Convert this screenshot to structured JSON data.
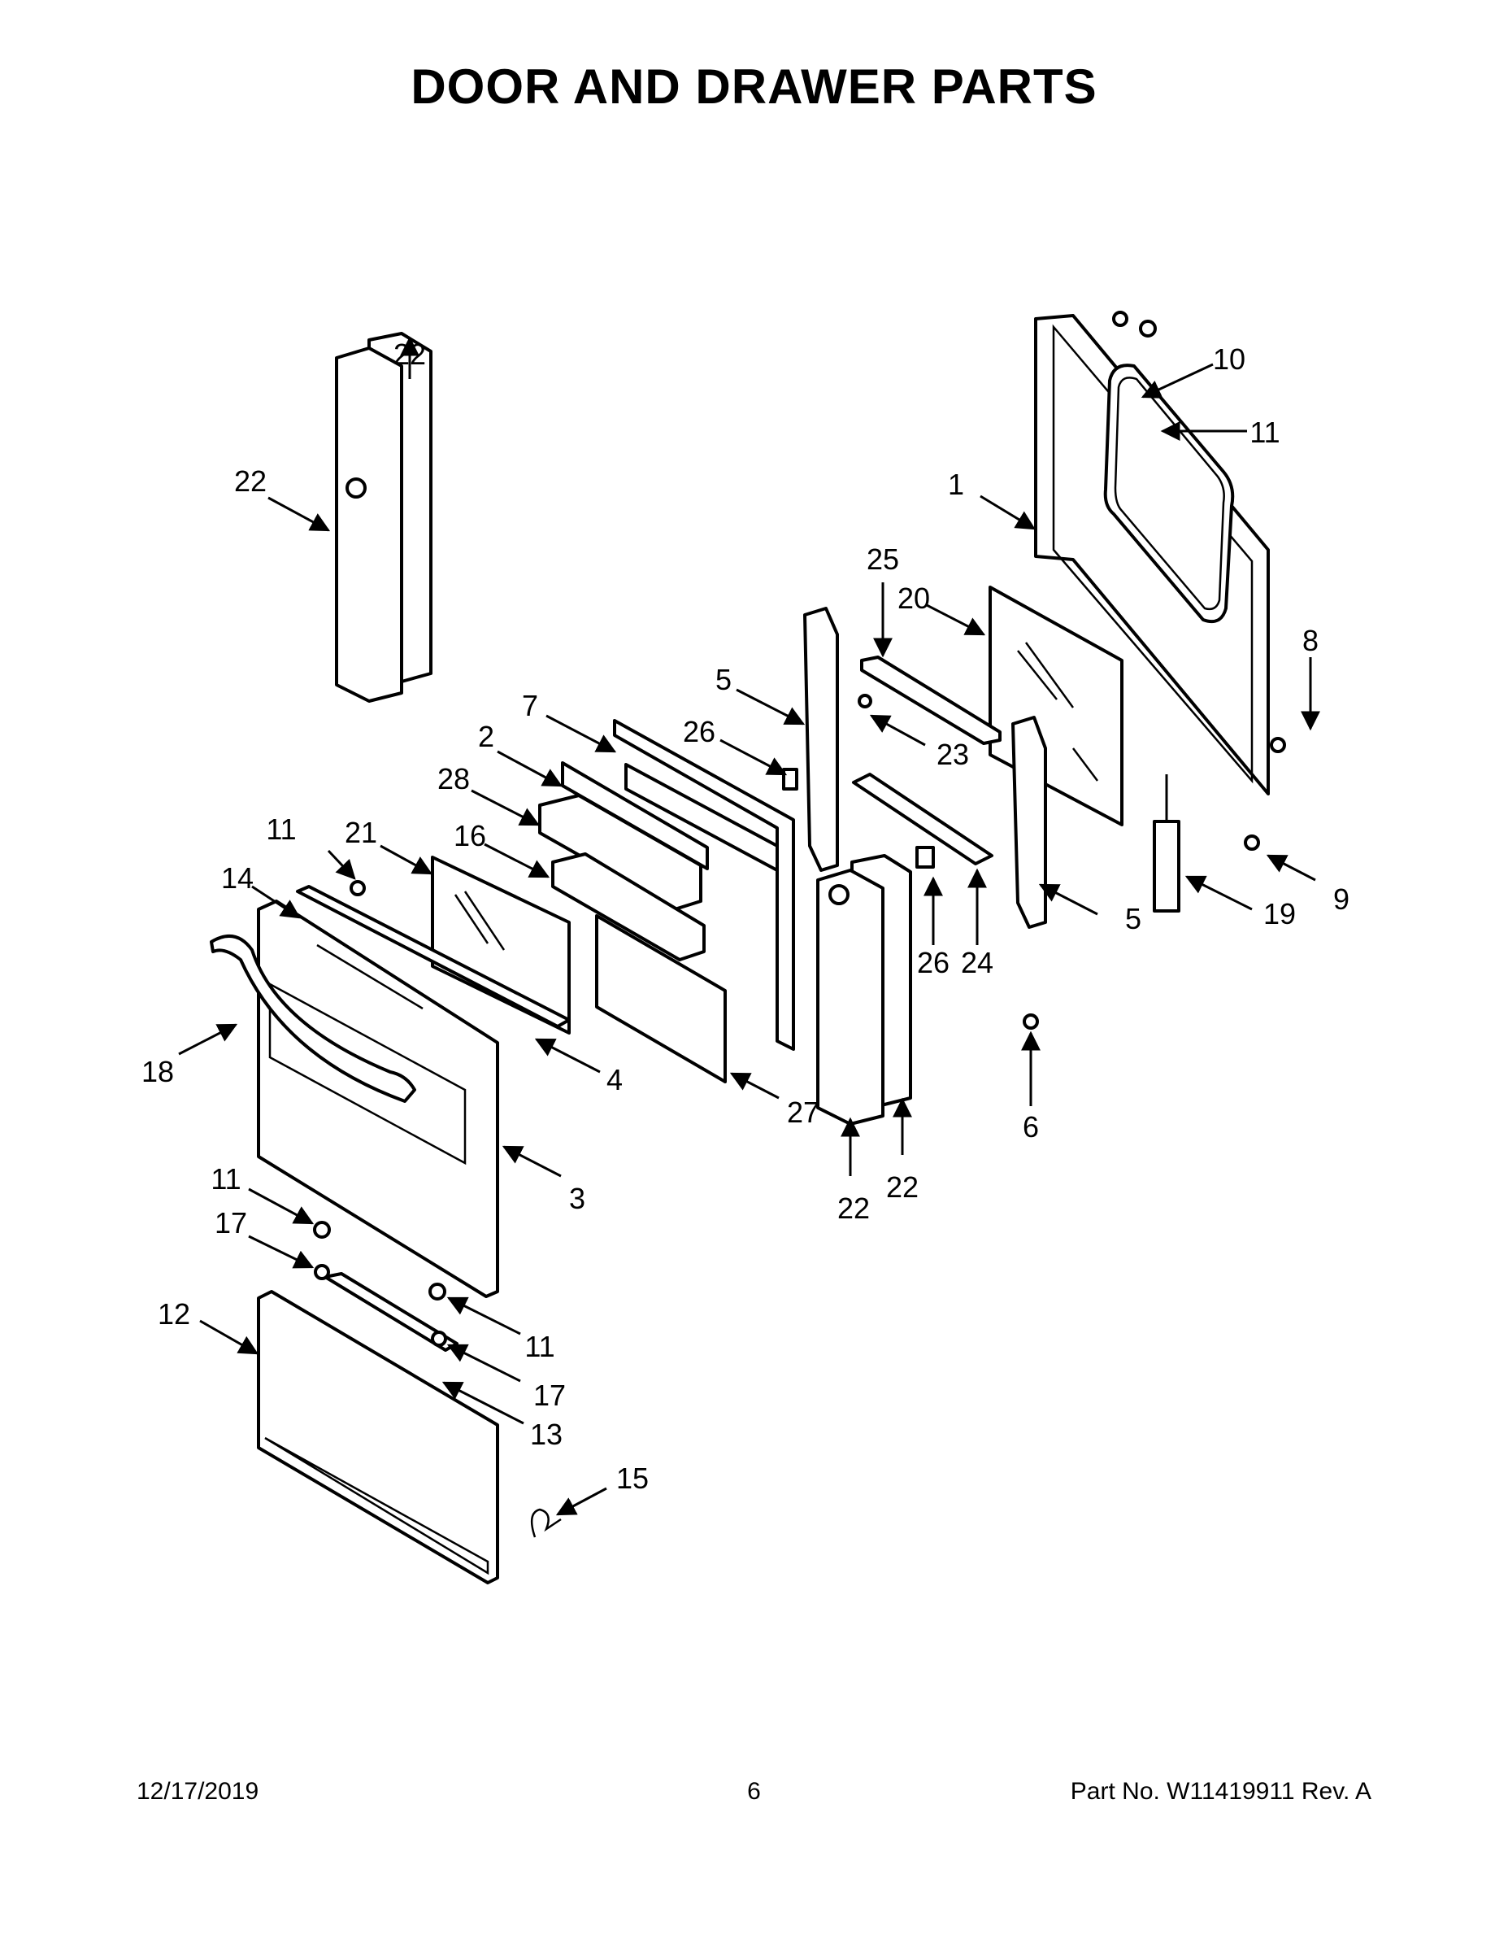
{
  "title": "DOOR AND DRAWER PARTS",
  "callouts": [
    "1",
    "2",
    "3",
    "4",
    "5",
    "6",
    "7",
    "8",
    "9",
    "10",
    "11",
    "12",
    "13",
    "14",
    "15",
    "16",
    "17",
    "18",
    "19",
    "20",
    "21",
    "22",
    "23",
    "24",
    "25",
    "26",
    "27",
    "28"
  ],
  "footer": {
    "date": "12/17/2019",
    "page": "6",
    "part": "Part No.  W11419911  Rev.  A"
  }
}
